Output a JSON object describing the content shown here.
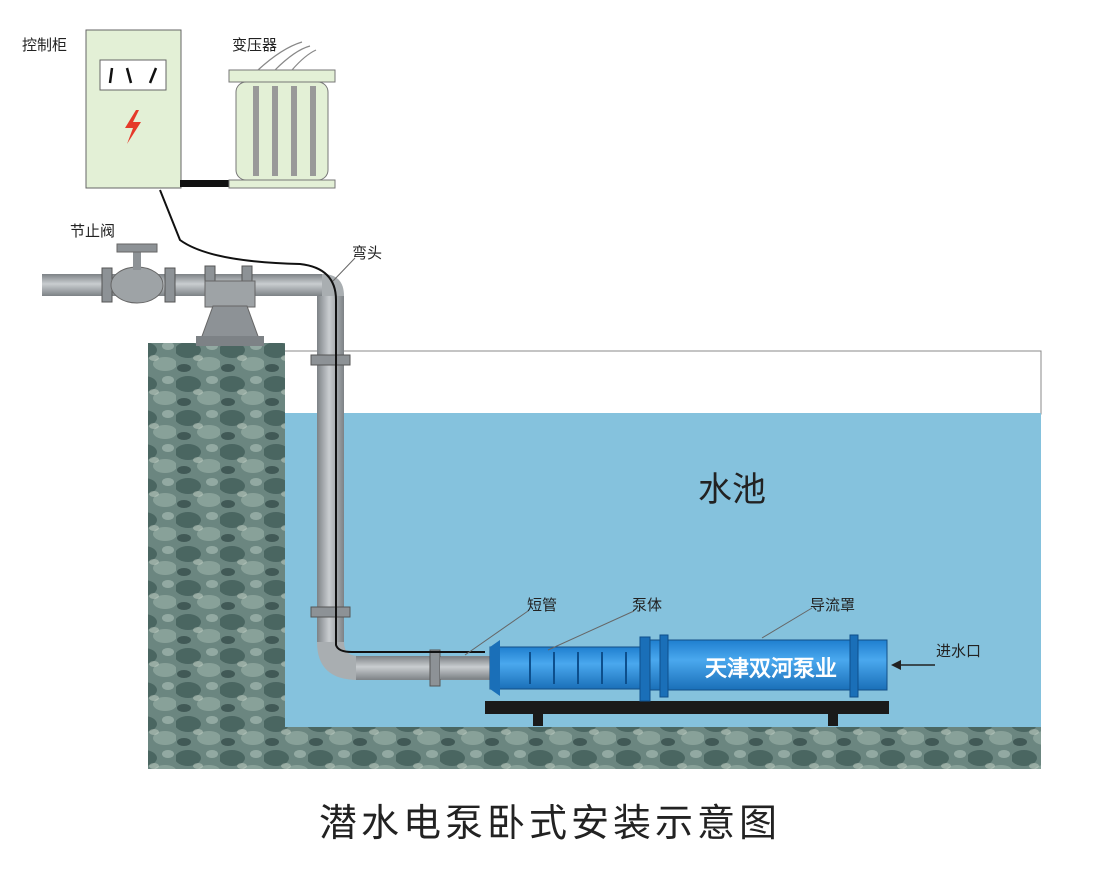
{
  "labels": {
    "control_cabinet": "控制柜",
    "transformer": "变压器",
    "valve": "节止阀",
    "elbow": "弯头",
    "pool": "水池",
    "short_pipe": "短管",
    "pump_body": "泵体",
    "flow_shroud": "导流罩",
    "inlet": "进水口",
    "brand": "天津双河泵业"
  },
  "title": "潜水电泵卧式安装示意图",
  "colors": {
    "water": "#85c2dd",
    "pump": "#2a8fd8",
    "pipe": "#9ea3a6",
    "cabinet": "#e3f0d6",
    "rock": "#5e7b73",
    "lightning": "#e53a2a"
  }
}
